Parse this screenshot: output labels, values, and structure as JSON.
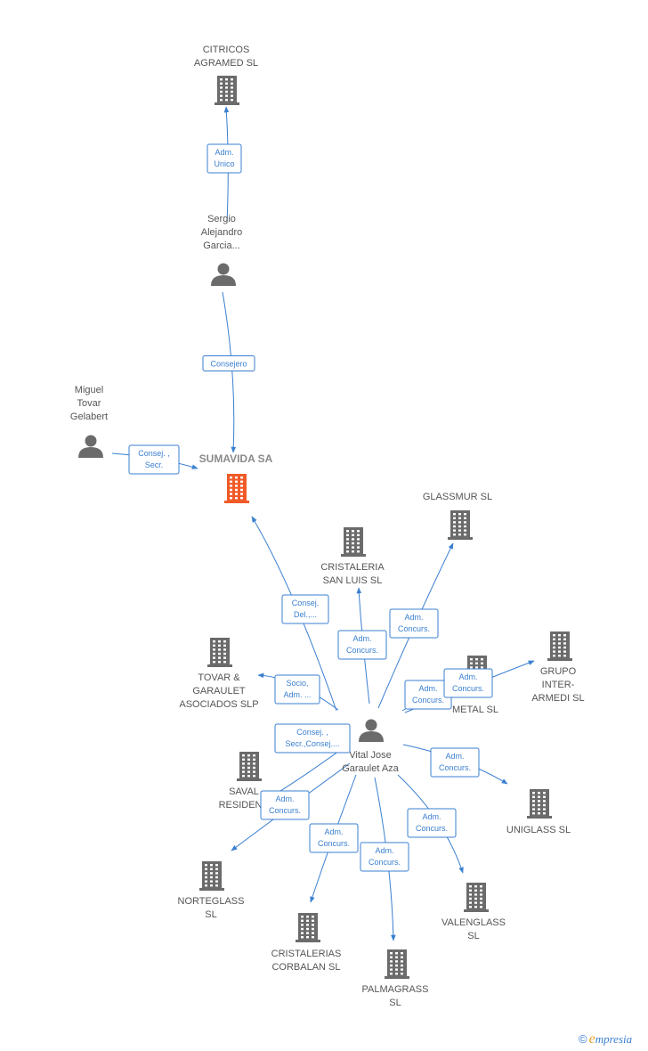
{
  "colors": {
    "edge": "#3a7fd0",
    "icon": "#6b6b6b",
    "main_icon": "#f05a28"
  },
  "nodes": [
    {
      "id": "citricos",
      "type": "company",
      "lines": [
        "CITRICOS",
        "AGRAMED SL"
      ]
    },
    {
      "id": "sergio",
      "type": "person",
      "lines": [
        "Sergio",
        "Alejandro",
        "Garcia..."
      ]
    },
    {
      "id": "miguel",
      "type": "person",
      "lines": [
        "Miguel",
        "Tovar",
        "Gelabert"
      ]
    },
    {
      "id": "sumavida",
      "type": "company",
      "main": true,
      "lines": [
        "SUMAVIDA SA"
      ]
    },
    {
      "id": "glassmur",
      "type": "company",
      "lines": [
        "GLASSMUR SL"
      ]
    },
    {
      "id": "cristaleria_sl",
      "type": "company",
      "lines": [
        "CRISTALERIA",
        "SAN LUIS SL"
      ]
    },
    {
      "id": "tovar",
      "type": "company",
      "lines": [
        "TOVAR &",
        "GARAULET",
        "ASOCIADOS SLP"
      ]
    },
    {
      "id": "metal",
      "type": "company",
      "lines": [
        "METAL SL"
      ]
    },
    {
      "id": "grupo",
      "type": "company",
      "lines": [
        "GRUPO",
        "INTER-",
        "ARMEDI SL"
      ]
    },
    {
      "id": "vital",
      "type": "person",
      "lines": [
        "Vital Jose",
        "Garaulet Aza"
      ]
    },
    {
      "id": "saval",
      "type": "company",
      "lines": [
        "SAVAL",
        "RESIDENC"
      ]
    },
    {
      "id": "uniglass",
      "type": "company",
      "lines": [
        "UNIGLASS SL"
      ]
    },
    {
      "id": "norteglass",
      "type": "company",
      "lines": [
        "NORTEGLASS",
        "SL"
      ]
    },
    {
      "id": "valenglass",
      "type": "company",
      "lines": [
        "VALENGLASS",
        "SL"
      ]
    },
    {
      "id": "corbalan",
      "type": "company",
      "lines": [
        "CRISTALERIAS",
        "CORBALAN SL"
      ]
    },
    {
      "id": "palmagrass",
      "type": "company",
      "lines": [
        "PALMAGRASS",
        "SL"
      ]
    }
  ],
  "edges": [
    {
      "from": "sergio",
      "to": "citricos",
      "label": [
        "Adm.",
        "Unico"
      ]
    },
    {
      "from": "sergio",
      "to": "sumavida",
      "label": [
        "Consejero"
      ]
    },
    {
      "from": "miguel",
      "to": "sumavida",
      "label": [
        "Consej. ,",
        "Secr."
      ]
    },
    {
      "from": "vital",
      "to": "sumavida",
      "label": [
        "Consej.",
        "Del.,..."
      ]
    },
    {
      "from": "vital",
      "to": "cristaleria_sl",
      "label": [
        "Adm.",
        "Concurs."
      ]
    },
    {
      "from": "vital",
      "to": "glassmur",
      "label": [
        "Adm.",
        "Concurs."
      ]
    },
    {
      "from": "vital",
      "to": "metal",
      "label": [
        "Adm.",
        "Concurs."
      ]
    },
    {
      "from": "vital",
      "to": "grupo",
      "label": [
        "Adm.",
        "Concurs."
      ]
    },
    {
      "from": "vital",
      "to": "tovar",
      "label": [
        "Socio,",
        "Adm. ..."
      ]
    },
    {
      "from": "vital",
      "to": "saval",
      "label": [
        "Consej. ,",
        "Secr.,Consej...."
      ]
    },
    {
      "from": "vital",
      "to": "uniglass",
      "label": [
        "Adm.",
        "Concurs."
      ]
    },
    {
      "from": "vital",
      "to": "norteglass",
      "label": [
        "Adm.",
        "Concurs."
      ]
    },
    {
      "from": "vital",
      "to": "valenglass",
      "label": [
        "Adm.",
        "Concurs."
      ]
    },
    {
      "from": "vital",
      "to": "corbalan",
      "label": [
        "Adm.",
        "Concurs."
      ]
    },
    {
      "from": "vital",
      "to": "palmagrass",
      "label": [
        "Adm.",
        "Concurs."
      ]
    }
  ],
  "brand": {
    "copyright": "©",
    "initial": "e",
    "name": "mpresia"
  }
}
